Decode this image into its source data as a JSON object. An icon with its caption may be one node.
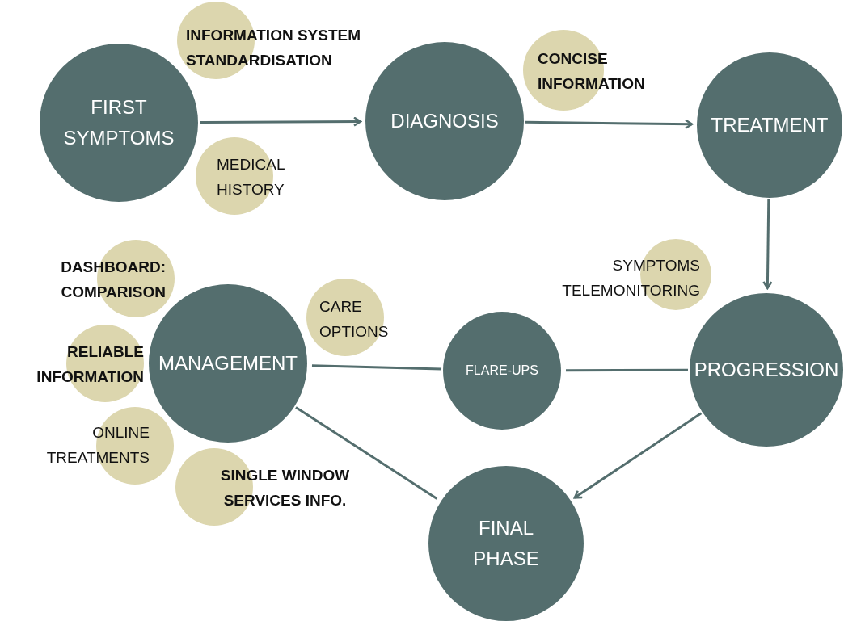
{
  "diagram": {
    "nodes": [
      {
        "text": [
          "FIRST SYMPTOMS"
        ]
      },
      {
        "text": [
          "INFORMATION SYSTEM STANDARDISATION"
        ]
      },
      {
        "text": [
          "MEDICAL HISTORY"
        ]
      },
      {
        "text": [
          "DIAGNOSIS"
        ]
      },
      {
        "text": [
          "CONCISE INFORMATION"
        ]
      },
      {
        "text": [
          "TREATMENT"
        ]
      },
      {
        "text": [
          "SYMPTOMS TELEMONITORING"
        ]
      },
      {
        "text": [
          "PROGRESSION"
        ]
      },
      {
        "text": [
          "MANAGEMENT"
        ]
      },
      {
        "text": [
          "DASHBOARD: COMPARISON"
        ]
      },
      {
        "text": [
          "RELIABLE INFORMATION"
        ]
      },
      {
        "text": [
          "CARE OPTIONS"
        ]
      },
      {
        "text": [
          "ONLINE TREATMENTS"
        ]
      },
      {
        "text": [
          "SINGLE WINDOW SERVICES INFO."
        ]
      },
      {
        "text": [
          "FLARE-UPS"
        ]
      },
      {
        "text": [
          "FINAL PHASE"
        ]
      }
    ],
    "edges": [
      {
        "from": 0,
        "to": 3,
        "arrow": "to"
      },
      {
        "from": 3,
        "to": 5,
        "arrow": "to"
      },
      {
        "from": 5,
        "to": 7,
        "arrow": "to"
      },
      {
        "from": 7,
        "to": 14,
        "arrow": "none"
      },
      {
        "from": 14,
        "to": 8,
        "arrow": "none"
      },
      {
        "from": 8,
        "to": 15,
        "arrow": "none"
      },
      {
        "from": 7,
        "to": 15,
        "arrow": "to"
      }
    ]
  }
}
